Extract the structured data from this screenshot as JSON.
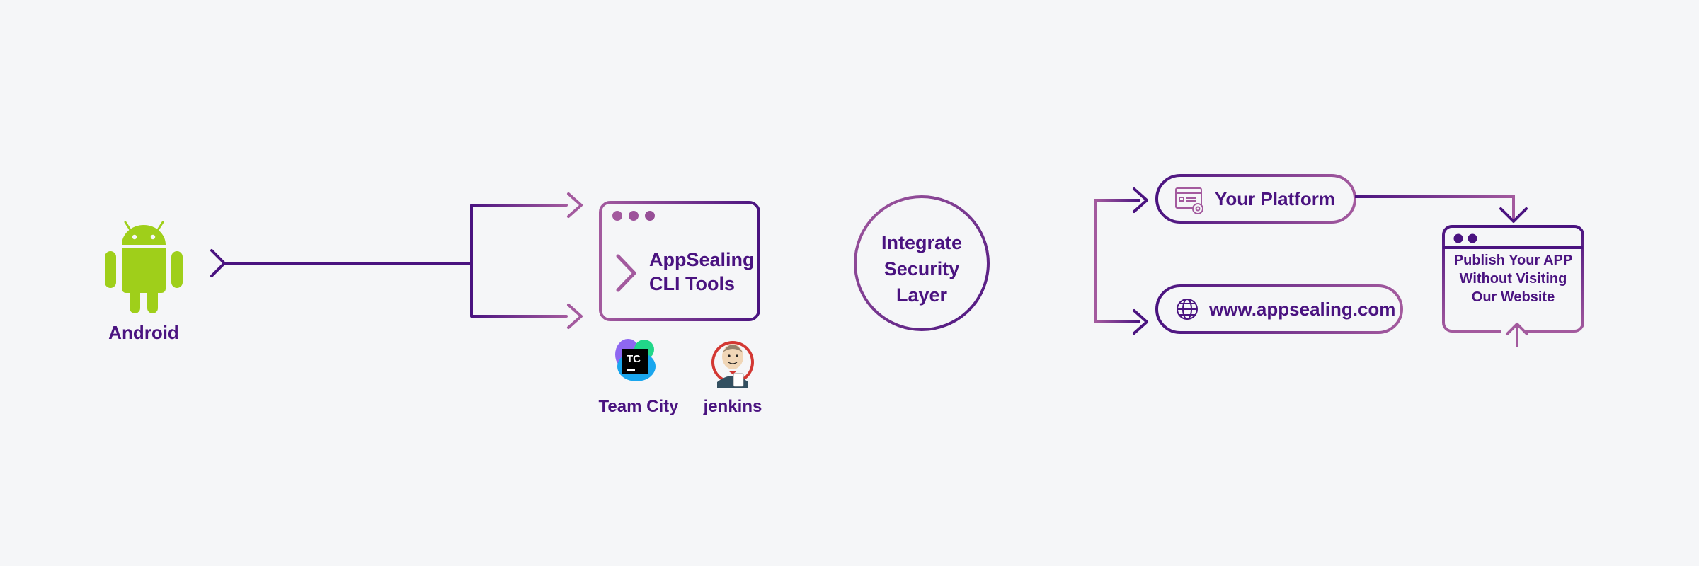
{
  "colors": {
    "background": "#f5f6f8",
    "deep_purple": "#4a1380",
    "light_purple": "#a35a9e",
    "android_green": "#9fcf1a",
    "text": "#4a1380"
  },
  "nodes": {
    "android": {
      "label": "Android",
      "icon": "android-icon"
    },
    "cli_tools": {
      "line1": "AppSealing",
      "line2": "CLI Tools",
      "icon": "terminal-prompt-icon"
    },
    "integrations": [
      {
        "label": "Team City",
        "icon": "teamcity-logo-icon",
        "badge": "TC"
      },
      {
        "label": "jenkins",
        "icon": "jenkins-logo-icon"
      }
    ],
    "security_layer": {
      "line1": "Integrate",
      "line2": "Security",
      "line3": "Layer"
    },
    "your_platform": {
      "label": "Your Platform",
      "icon": "platform-settings-icon"
    },
    "website": {
      "label": "www.appsealing.com",
      "icon": "globe-icon"
    },
    "publish": {
      "line1": "Publish Your APP",
      "line2": "Without Visiting",
      "line3": "Our Website"
    }
  }
}
